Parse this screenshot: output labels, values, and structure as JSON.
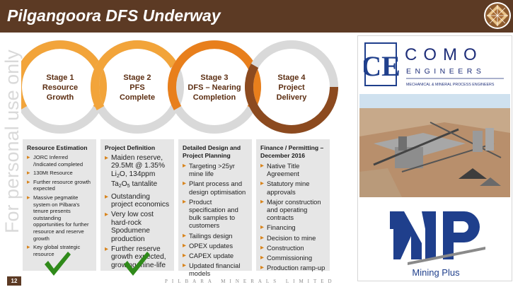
{
  "header": {
    "title": "Pilgangoora DFS Underway"
  },
  "watermark": "For personal use only",
  "stages": [
    {
      "label": "Stage 1\nResource\nGrowth",
      "color": "#f2a43a"
    },
    {
      "label": "Stage 2\nPFS\nComplete",
      "color": "#f2a43a"
    },
    {
      "label": "Stage 3\nDFS – Nearing\nCompletion",
      "color": "#e87f1c"
    },
    {
      "label": "Stage 4\nProject\nDelivery",
      "color": "#8c4a1f"
    }
  ],
  "columns": [
    {
      "heading": "Resource Estimation",
      "items": [
        "JORC Inferred /Indicated completed",
        "130Mt Resource",
        "Further resource growth expected",
        "Massive pegmatite system on Pilbara's tenure presents outstanding opportunities for further resource and reserve growth",
        "Key global strategic resource"
      ]
    },
    {
      "heading": "Project Definition",
      "items": [
        "Maiden reserve, 29.5Mt @ 1.35% Li2O, 134ppm Ta2O5 tantalite",
        "Outstanding project economics",
        "Very low cost hard-rock Spodumene production",
        "Further reserve growth expected, growing mine-life"
      ]
    },
    {
      "heading": "Detailed Design and\nProject Planning",
      "items": [
        "Targeting >25yr mine life",
        "Plant process and design optimisation",
        "Product specification and bulk samples to customers",
        "Tailings design",
        "OPEX updates",
        "CAPEX update",
        "Updated financial models"
      ]
    },
    {
      "heading": "Finance / Permitting –\nDecember 2016",
      "items": [
        "Native Title Agreement",
        "Statutory mine approvals",
        "Major construction and operating contracts",
        "Financing",
        "Decision to mine",
        "Construction",
        "Commissioning",
        "Production ramp-up"
      ]
    }
  ],
  "logos": {
    "como_name": "COMO",
    "como_sub": "ENGINEERS",
    "como_tag": "MECHANICAL & MINERAL PROCESS ENGINEERS",
    "como_mark": "CE",
    "mp_name": "Mining Plus"
  },
  "footer": {
    "page": "12",
    "company": "PILBARA MINERALS LIMITED"
  },
  "colors": {
    "brand": "#5c3a24",
    "check": "#2f8a1a",
    "bullet": "#d8841c"
  }
}
